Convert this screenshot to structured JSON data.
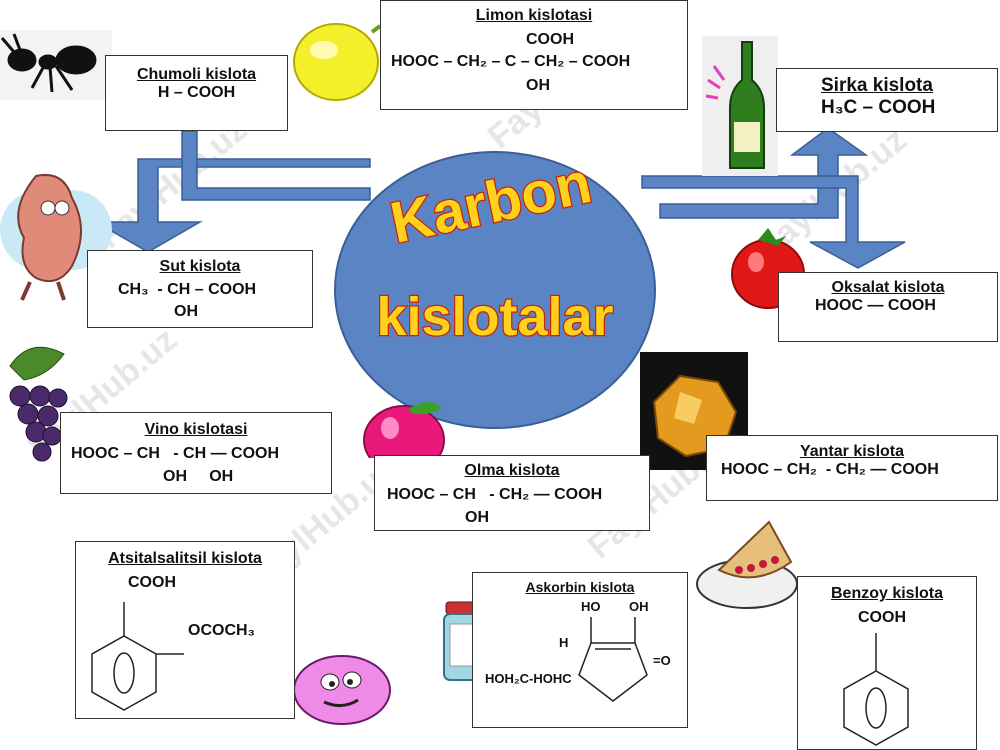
{
  "center": {
    "line1": "Karbon",
    "line2": "kislotalar"
  },
  "acids": {
    "chumoli": {
      "title": "Chumoli   kislota",
      "formula": "H – COOH"
    },
    "limon": {
      "title": "Limon    kislotasi",
      "top": "COOH",
      "main": "HOOC – CH₂ – C – CH₂ – COOH",
      "bottom": "OH"
    },
    "sirka": {
      "title": "Sirka kislota",
      "formula": "H₃C – COOH"
    },
    "sut": {
      "title": "Sut  kislota",
      "formula": "CH₃  - CH – COOH",
      "sub": "OH"
    },
    "oksalat": {
      "title": "Oksalat   kislota",
      "formula": "HOOC — COOH"
    },
    "vino": {
      "title": "Vino  kislotasi",
      "formula": "HOOC – CH   - CH — COOH",
      "sub": "OH     OH"
    },
    "yantar": {
      "title": "Yantar  kislota",
      "formula": "HOOC – CH₂  - CH₂ — COOH"
    },
    "olma": {
      "title": "Olma  kislota",
      "formula": "HOOC – CH   - CH₂ — COOH",
      "sub": "OH"
    },
    "atsitsalitsil": {
      "title": "Atsitalsalitsil   kislota",
      "cooh": "COOH",
      "ococh3": "OCOCH₃"
    },
    "askorbin": {
      "title": "Askorbin  kislota",
      "ho1": "HO",
      "oh1": "OH",
      "h": "H",
      "eqo": "=O",
      "side": "HOH₂C-HOHC"
    },
    "benzoy": {
      "title": "Benzoy   kislota",
      "cooh": "COOH"
    }
  },
  "watermark": "FaylHub.uz",
  "colors": {
    "circle": "#5b84c4",
    "arrow": "#5b84c4",
    "karbon_fill": "#ffd21e",
    "karbon_stroke": "#cc2200"
  }
}
